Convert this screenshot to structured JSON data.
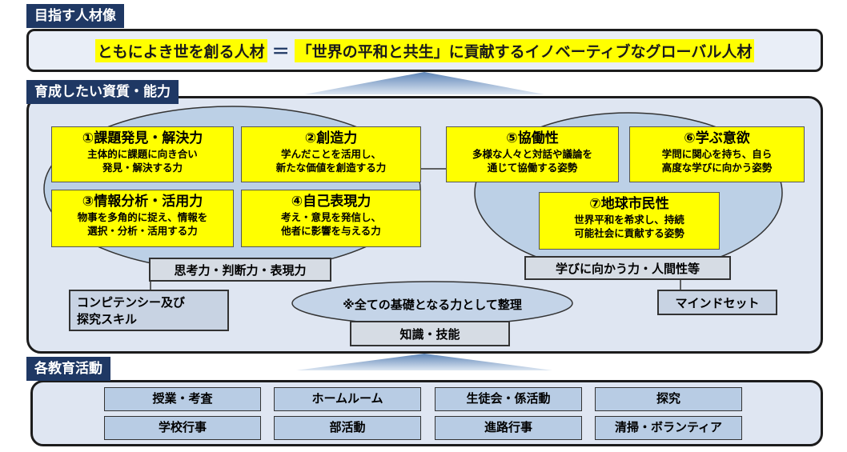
{
  "sections": {
    "goal_tab": "目指す人材像",
    "abilities_tab": "育成したい資質・能力",
    "activities_tab": "各教育活動"
  },
  "goal": {
    "part1": "ともによき世を創る人材",
    "equals": "＝",
    "part2": "「世界の平和と共生」に貢献するイノベーティブなグローバル人材"
  },
  "abilities": [
    {
      "title": "①課題発見・解決力",
      "line1": "主体的に課題に向き合い",
      "line2": "発見・解決する力"
    },
    {
      "title": "②創造力",
      "line1": "学んだことを活用し、",
      "line2": "新たな価値を創造する力"
    },
    {
      "title": "③情報分析・活用力",
      "line1": "物事を多角的に捉え、情報を",
      "line2": "選択・分析・活用する力"
    },
    {
      "title": "④自己表現力",
      "line1": "考え・意見を発信し、",
      "line2": "他者に影響を与える力"
    },
    {
      "title": "⑤協働性",
      "line1": "多様な人々と対話や議論を",
      "line2": "通じて協働する姿勢"
    },
    {
      "title": "⑥学ぶ意欲",
      "line1": "学問に関心を持ち、自ら",
      "line2": "高度な学びに向かう姿勢"
    },
    {
      "title": "⑦地球市民性",
      "line1": "世界平和を希求し、持続",
      "line2": "可能社会に貢献する姿勢"
    }
  ],
  "groups": {
    "thinking": "思考力・判断力・表現力",
    "attitude": "学びに向かう力・人間性等",
    "competency_line1": "コンピテンシー及び",
    "competency_line2": "探究スキル",
    "mindset": "マインドセット",
    "foundation_note": "※全ての基礎となる力として整理",
    "knowledge": "知識・技能"
  },
  "activities": [
    "授業・考査",
    "ホームルーム",
    "生徒会・係活動",
    "探究",
    "学校行事",
    "部活動",
    "進路行事",
    "清掃・ボランティア"
  ],
  "colors": {
    "navy": "#1f3864",
    "highlight_yellow": "#ffff00",
    "ellipse_blue": "#bcd0e6",
    "arrow_blue": "#8faed3"
  }
}
